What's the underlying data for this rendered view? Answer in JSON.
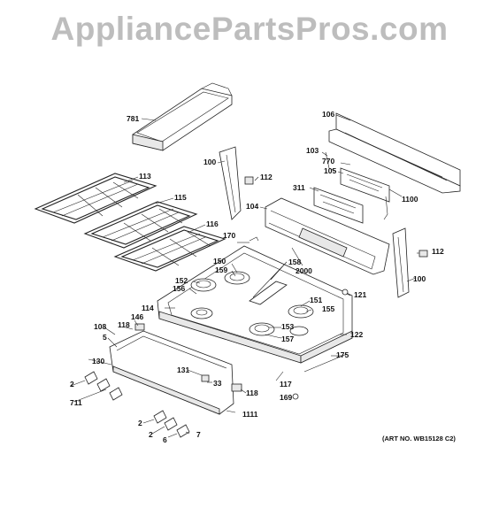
{
  "watermark": "AppliancePartsPros.com",
  "art_no": "(ART NO. WB15128 C2)",
  "callouts": [
    {
      "id": "c781",
      "label": "781"
    },
    {
      "id": "c106",
      "label": "106"
    },
    {
      "id": "c103",
      "label": "103"
    },
    {
      "id": "c770",
      "label": "770"
    },
    {
      "id": "c105",
      "label": "105"
    },
    {
      "id": "c311",
      "label": "311"
    },
    {
      "id": "c1100",
      "label": "1100"
    },
    {
      "id": "c100a",
      "label": "100"
    },
    {
      "id": "c112a",
      "label": "112"
    },
    {
      "id": "c113",
      "label": "113"
    },
    {
      "id": "c115",
      "label": "115"
    },
    {
      "id": "c116",
      "label": "116"
    },
    {
      "id": "c104",
      "label": "104"
    },
    {
      "id": "c170",
      "label": "170"
    },
    {
      "id": "c150",
      "label": "150"
    },
    {
      "id": "c159",
      "label": "159"
    },
    {
      "id": "c158",
      "label": "158"
    },
    {
      "id": "c2000",
      "label": "2000"
    },
    {
      "id": "c112b",
      "label": "112"
    },
    {
      "id": "c100b",
      "label": "100"
    },
    {
      "id": "c152",
      "label": "152"
    },
    {
      "id": "c156",
      "label": "156"
    },
    {
      "id": "c114",
      "label": "114"
    },
    {
      "id": "c151",
      "label": "151"
    },
    {
      "id": "c121",
      "label": "121"
    },
    {
      "id": "c155",
      "label": "155"
    },
    {
      "id": "c153",
      "label": "153"
    },
    {
      "id": "c157",
      "label": "157"
    },
    {
      "id": "c122",
      "label": "122"
    },
    {
      "id": "c146",
      "label": "146"
    },
    {
      "id": "c108",
      "label": "108"
    },
    {
      "id": "c118a",
      "label": "118"
    },
    {
      "id": "c5",
      "label": "5"
    },
    {
      "id": "c175",
      "label": "175"
    },
    {
      "id": "c130",
      "label": "130"
    },
    {
      "id": "c131",
      "label": "131"
    },
    {
      "id": "c33",
      "label": "33"
    },
    {
      "id": "c2a",
      "label": "2"
    },
    {
      "id": "c711",
      "label": "711"
    },
    {
      "id": "c117",
      "label": "117"
    },
    {
      "id": "c118b",
      "label": "118"
    },
    {
      "id": "c169",
      "label": "169"
    },
    {
      "id": "c1111",
      "label": "1111"
    },
    {
      "id": "c2b",
      "label": "2"
    },
    {
      "id": "c2c",
      "label": "2"
    },
    {
      "id": "c7",
      "label": "7"
    },
    {
      "id": "c6",
      "label": "6"
    }
  ]
}
